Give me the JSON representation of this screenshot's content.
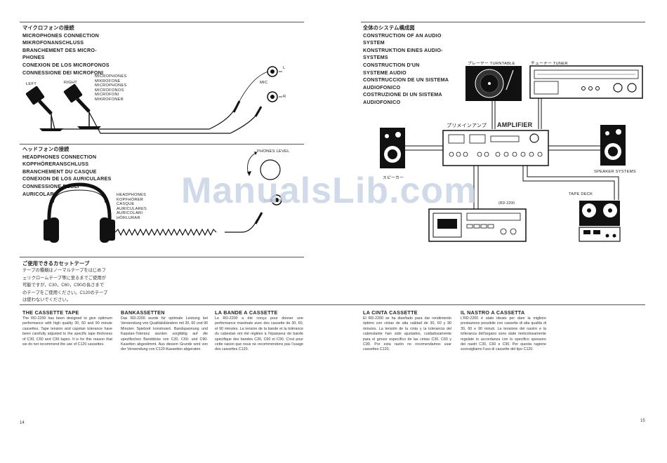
{
  "mic_section": {
    "jp_title": "マイクロフォンの接続",
    "titles": [
      "MICROPHONES CONNECTION",
      "MIKROFONANSCHLUSS",
      "BRANCHEMENT DES MICRO-",
      "PHONES",
      "CONEXION DE LOS MICROFONOS",
      "CONNESSIONE DEI MICROFONI"
    ],
    "left_label": "LEFT",
    "right_label": "RIGHT",
    "mic_names": [
      "MICROPHONES",
      "MIKROFONE",
      "MICROPHONES",
      "MICROFONOS",
      "MICROFONI",
      "MIKROFONER"
    ],
    "jack_label": "MIC",
    "l_label": "L",
    "r_label": "R"
  },
  "headphone_section": {
    "jp_title": "ヘッドフォンの接続",
    "titles": [
      "HEADPHONES CONNECTION",
      "KOPFHÖRERANSCHLUSS",
      "BRANCHEMENT DU CASQUE",
      "CONEXION DE LOS AURICULARES",
      "CONNESSIONE DEGLI",
      "AURICOLARI"
    ],
    "names": [
      "HEADPHONES",
      "KOPFHÖRER",
      "CASQUE",
      "AURICULARES",
      "AURICOLARI",
      "HÖRLURAR"
    ],
    "level_label": "PHONES LEVEL",
    "jack_label": "PHONES"
  },
  "cassette_jp": {
    "title": "ご使用できるカセットテープ",
    "body": "テープの種類はノーマルテープをはじめフ\nェリクロームテープ等に至るまでご使用が\n可能ですが，C30，C60，C90の長さまで\nのテープをご使用ください。C120のテープ\nは使わないでください。"
  },
  "system_section": {
    "jp_title": "全体のシステム構成図",
    "titles": [
      "CONSTRUCTION OF AN AUDIO",
      "SYSTEM",
      "KONSTRUKTION EINES AUDIO-",
      "SYSTEMS",
      "CONSTRUCTION D'UN",
      "SYSTEME AUDIO",
      "CONSTRUCCION DE UN SISTEMA",
      "AUDIOFONICO",
      "COSTRUZIONE DI UN SISTEMA",
      "AUDIOFONICO"
    ],
    "turntable_label": "プレーヤー  TURNTABLE",
    "tuner_label": "チューナー   TUNER",
    "amplifier_jp": "プリメインアンプ",
    "amplifier_label": "AMPLIFIER",
    "speaker_jp": "スピーカー",
    "speaker_label": "SPEAKER SYSTEMS",
    "tape_deck_label": "TAPE DECK",
    "model_label": "(RD-2200"
  },
  "columns": [
    {
      "title": "THE CASSETTE TAPE",
      "body": "The RD-2200 has been designed to give optimum performance with high quality 30, 60 and 90 minute cassettes. Tape tension and capstan tolerance have been carefully adjusted to the specific tape thickness of C30, C60 and C90 tapes. It is for this reason that we do not recommend the use of C120 cassettes."
    },
    {
      "title": "BANKASSETTEN",
      "body": "Das RD-2200 wurde für optimale Leistung bei Verwendung von Qualitätsbändern mit 30, 60 und 90 Minuten Spielzeit konstruiert. Bandspannung und Kapstan-Toleranz wurden sorgfältig auf die spezifischen Banddicke von C30, C60- und C90-Kasetten abgestimmt. Aus diesem Grunde wird von der Verwendung von C120-Kassetten abgeraten."
    },
    {
      "title": "LA BANDE A CASSETTE",
      "body": "Le RD-2200 a été conçu pour donner une performance maximale avec des cassette de 30, 60, et 90 minutes. La tension de la bande et la tolérance du cabestan ont été réglées à l'épaisseur de bande spécifique des bandes C30, C60 et C90. C'est pour cette raison que nous ne recommendons pas l'usage des cassettes C120."
    },
    {
      "title": "LA CINTA CASSETTE",
      "body": "El RD-2200 se ha diseñado para dar rendimiento óptimo con cintas de alta calidad de 30, 60 y 90 minutos. La tensión de la cinta y la tolerancia del cabrestante han sido ajustados, cuidadosamente para el grosor específico de las cintas C30, C60 y C90. Por esta razón no recomendamos usar cassettes C120."
    },
    {
      "title": "IL NASTRO A CASSETTA",
      "body": "L'RD-2200 è stato ideato per dare la migliore prestazione possibile con cassette di alta qualità di 30, 60 e 90 minuti. La tensione del nastro e la tolleranza dell'argano sono state meticolosamente regolate in accordanza con lo specifico spessore dei nastri C30, C60 e C90. Per questa ragione sconsigliamo l'uso di cassette del tipo C120."
    }
  ],
  "watermark": "ManualsLib.com",
  "page_left": "14",
  "page_right": "15"
}
